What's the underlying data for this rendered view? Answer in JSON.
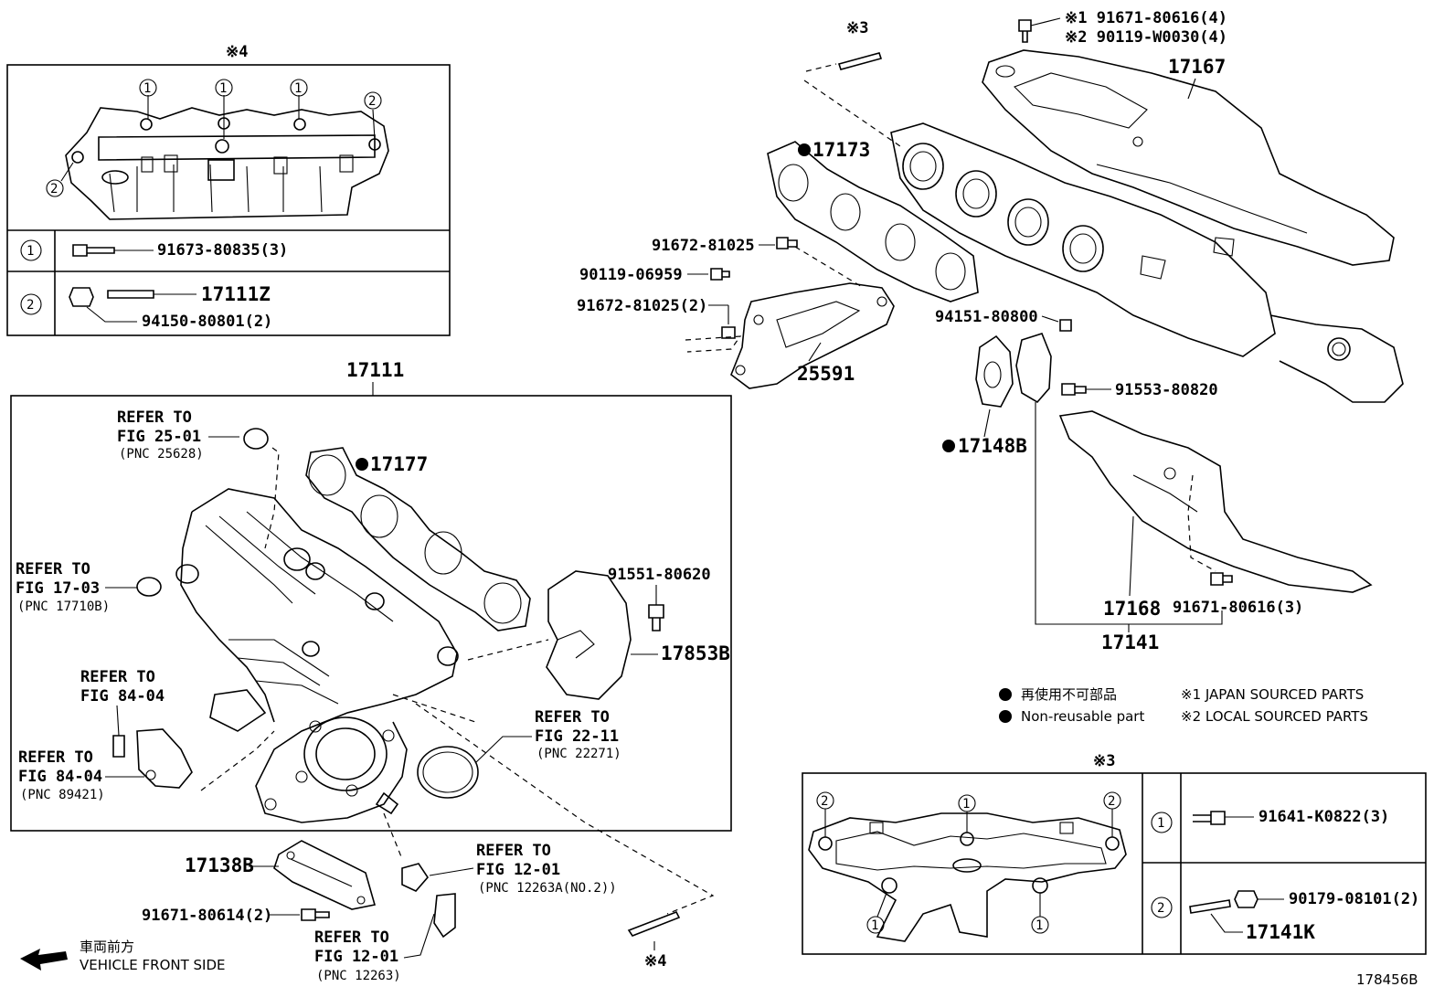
{
  "diagram_id": "178456B",
  "notes": {
    "note4": "※4",
    "note3_top": "※3",
    "note3_box": "※3",
    "note4_bottom": "※4",
    "japan_sourced": "※1 JAPAN SOURCED PARTS",
    "local_sourced": "※2 LOCAL SOURCED PARTS",
    "top_bolt_1": "※1 91671-80616(4)",
    "top_bolt_2": "※2 90119-W0030(4)"
  },
  "legend": {
    "non_reusable_jp": "再使用不可部品",
    "non_reusable_en": "Non-reusable part"
  },
  "front": {
    "jp": "車両前方",
    "en": "VEHICLE FRONT SIDE"
  },
  "inset4": {
    "row1_num": "1",
    "row1_part": "91673-80835(3)",
    "row2_num": "2",
    "row2_part_a": "17111Z",
    "row2_part_b": "94150-80801(2)"
  },
  "inset3": {
    "row1_num": "1",
    "row1_part": "91641-K0822(3)",
    "row2_num": "2",
    "row2_part_a": "90179-08101(2)",
    "row2_part_b": "17141K"
  },
  "parts": {
    "p17111": "17111",
    "p17177": "17177",
    "p17173": "17173",
    "p17167": "17167",
    "p25591": "25591",
    "p17148B": "17148B",
    "p17168": "17168",
    "p17141": "17141",
    "p17853B": "17853B",
    "p17138B": "17138B",
    "p91672a": "91672-81025",
    "p90119": "90119-06959",
    "p91672b": "91672-81025(2)",
    "p94151": "94151-80800",
    "p91553": "91553-80820",
    "p91671c": "91671-80616(3)",
    "p91551": "91551-80620",
    "p91671b": "91671-80614(2)"
  },
  "refs": {
    "r1_a": "REFER TO",
    "r1_b": "FIG 25-01",
    "r1_c": "(PNC 25628)",
    "r2_a": "REFER TO",
    "r2_b": "FIG 17-03",
    "r2_c": "(PNC 17710B)",
    "r3_a": "REFER TO",
    "r3_b": "FIG 84-04",
    "r4_a": "REFER TO",
    "r4_b": "FIG 84-04",
    "r4_c": "(PNC 89421)",
    "r5_a": "REFER TO",
    "r5_b": "FIG 22-11",
    "r5_c": "(PNC 22271)",
    "r6_a": "REFER TO",
    "r6_b": "FIG 12-01",
    "r6_c": "(PNC 12263A(NO.2))",
    "r7_a": "REFER TO",
    "r7_b": "FIG 12-01",
    "r7_c": "(PNC 12263)"
  },
  "circle_labels": {
    "one": "1",
    "two": "2"
  }
}
